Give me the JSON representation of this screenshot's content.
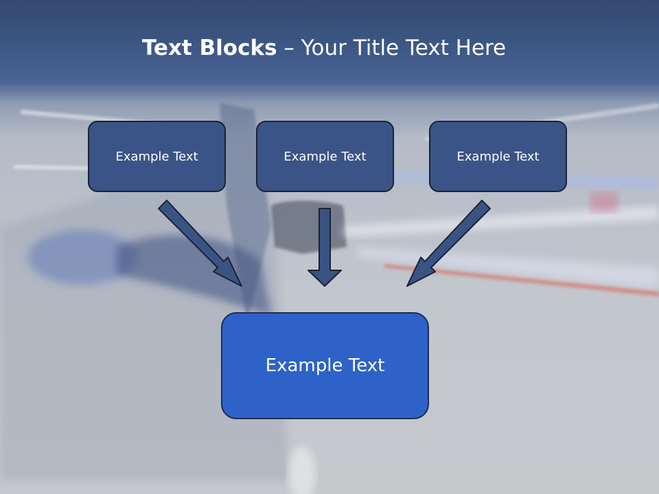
{
  "title": {
    "bold": "Text Blocks",
    "dash": " – ",
    "rest": "Your Title Text Here"
  },
  "blocks": [
    {
      "label": "Example Text"
    },
    {
      "label": "Example Text"
    },
    {
      "label": "Example Text"
    }
  ],
  "target": {
    "label": "Example Text"
  },
  "colors": {
    "box_fill": "#3b5487",
    "target_fill": "#2e62c9",
    "arrow_fill": "#3a5383",
    "border": "#1a2233"
  }
}
